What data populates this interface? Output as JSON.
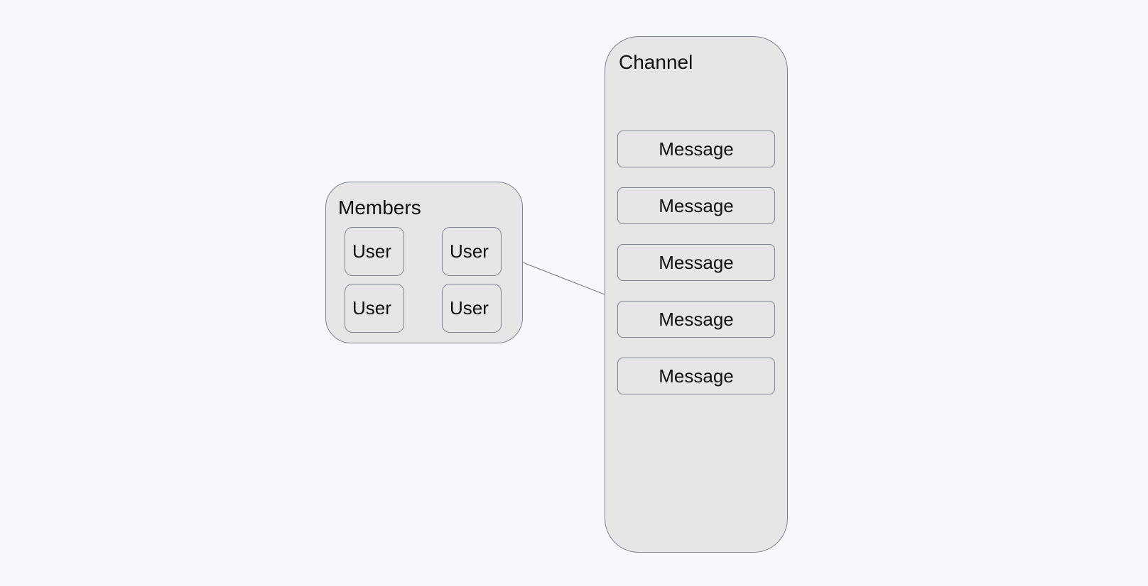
{
  "diagram": {
    "members": {
      "title": "Members",
      "users": [
        "User",
        "User",
        "User",
        "User"
      ]
    },
    "channel": {
      "title": "Channel",
      "messages": [
        "Message",
        "Message",
        "Message",
        "Message",
        "Message"
      ]
    },
    "connections": [
      {
        "from": "members",
        "to": "channel"
      }
    ],
    "colors": {
      "background": "#f7f8fc",
      "node_fill": "#e6e6e6",
      "node_border": "#7e8390",
      "text": "#111111"
    }
  }
}
